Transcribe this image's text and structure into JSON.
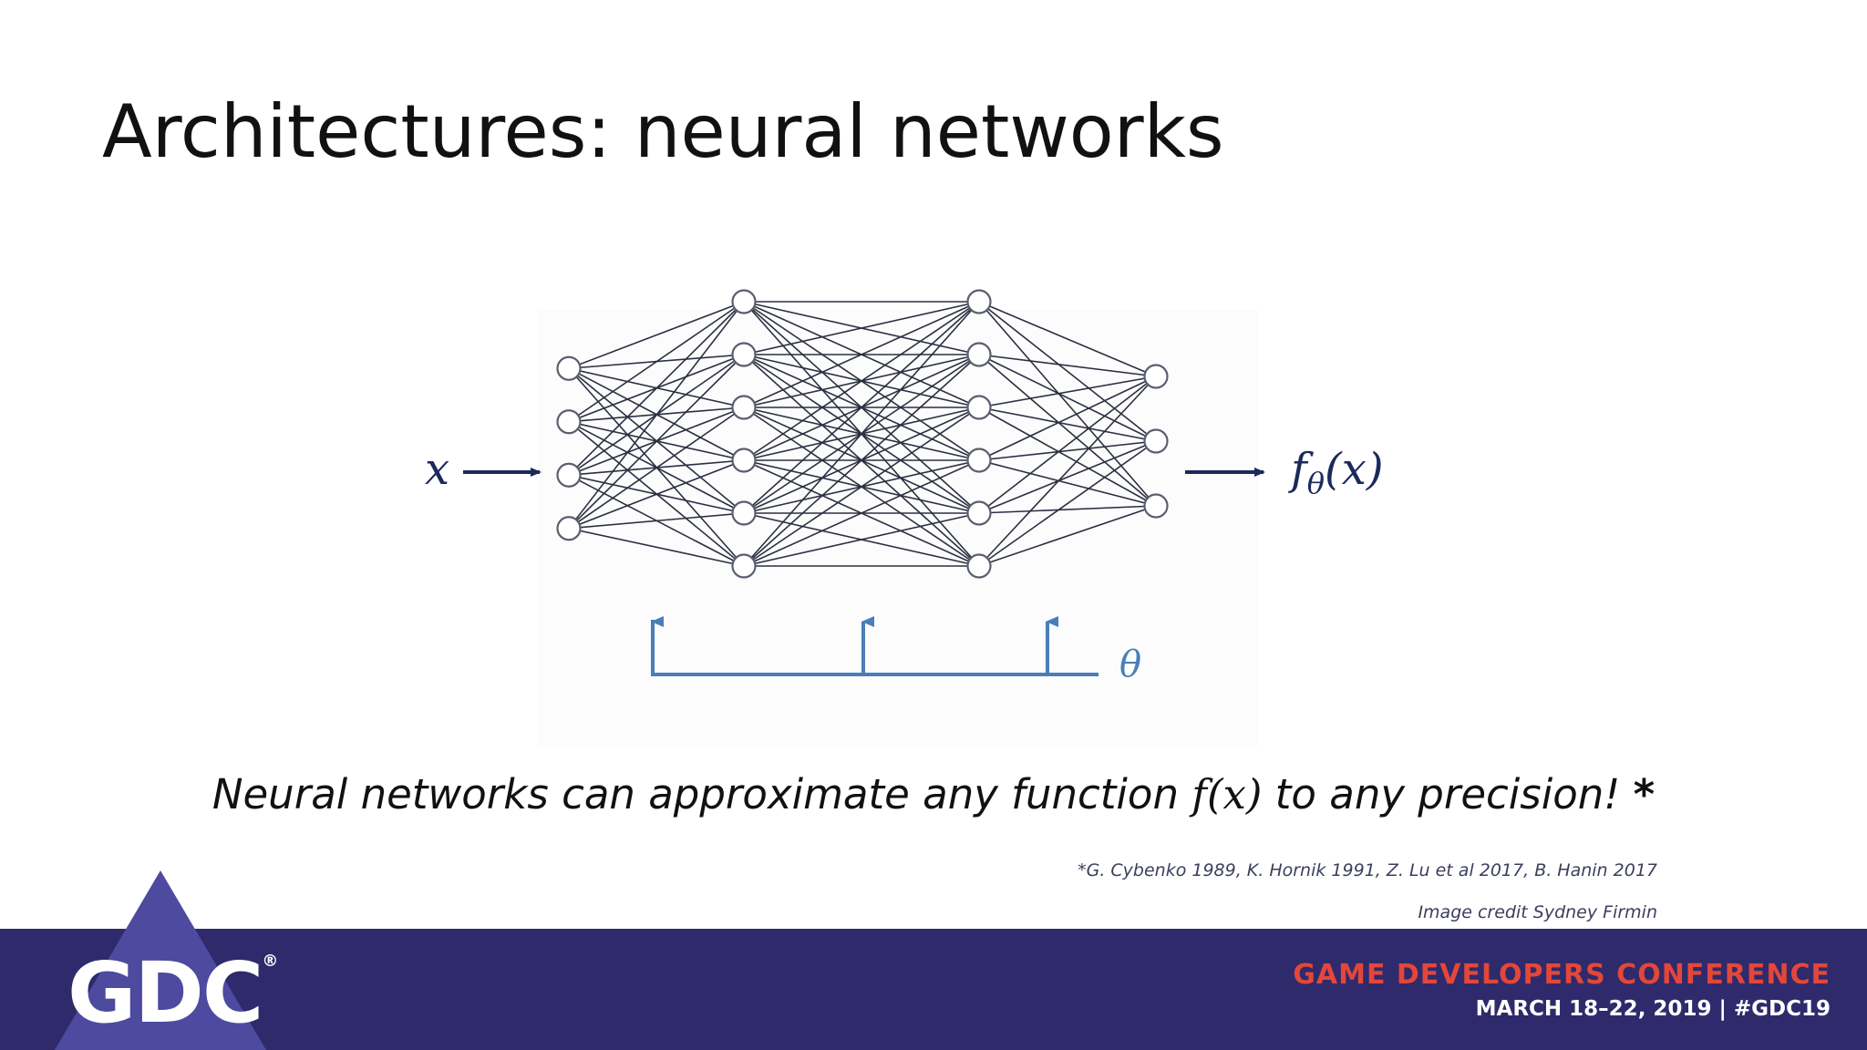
{
  "slide": {
    "title": "Architectures: neural networks"
  },
  "diagram": {
    "layers": [
      4,
      6,
      6,
      3
    ],
    "input_label": "x",
    "output_label_func": "f",
    "output_label_sub": "θ",
    "output_label_arg": "(x)",
    "param_label": "θ",
    "colors": {
      "edge": "#2b3040",
      "node_stroke": "#5a5f6e",
      "arrow": "#1b2a5c",
      "param": "#4a7eb8"
    }
  },
  "statement": {
    "text_before": "Neural networks can approximate any function ",
    "function": "f(x)",
    "text_after": " to any precision! ",
    "star": "*"
  },
  "citation": "*G. Cybenko 1989, K. Hornik 1991, Z. Lu et al 2017, B. Hanin 2017",
  "image_credit": "Image credit Sydney Firmin",
  "footer": {
    "logo": "GDC",
    "logo_mark": "®",
    "conference": "GAME DEVELOPERS CONFERENCE",
    "dates": "MARCH 18–22, 2019  |  #GDC19"
  }
}
